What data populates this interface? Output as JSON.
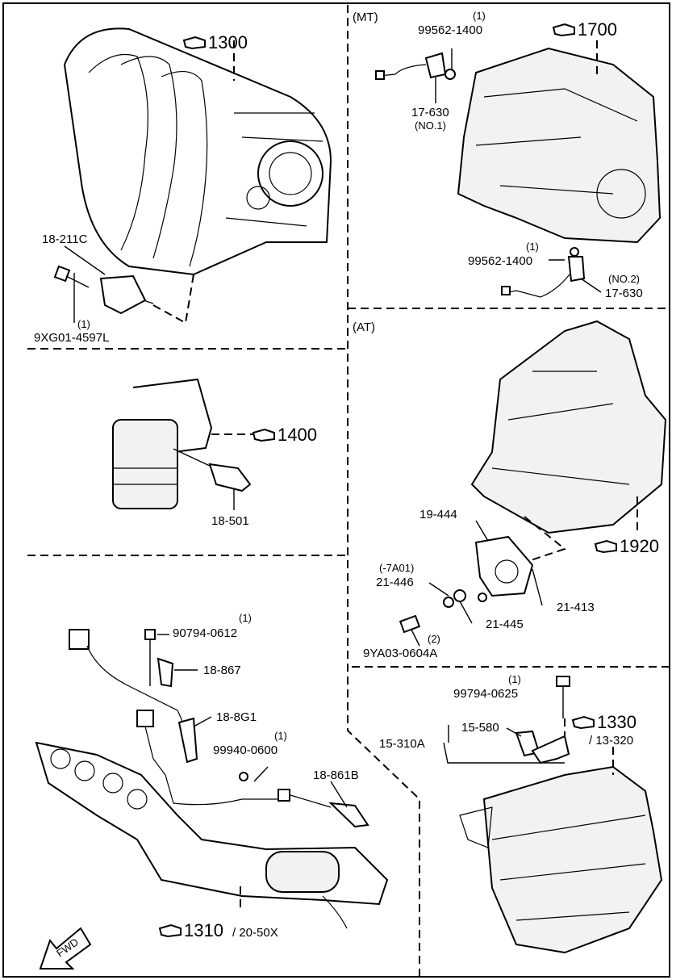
{
  "sections": {
    "mt_label": "(MT)",
    "at_label": "(AT)"
  },
  "refs": {
    "r1300": "1300",
    "r1700": "1700",
    "r1400": "1400",
    "r1920": "1920",
    "r1330": "1330",
    "r1330_sub": "/ 13-320",
    "r1310": "1310",
    "r1310_sub": "/ 20-50X"
  },
  "parts": {
    "p18_211C": "18-211C",
    "q_9XG01": "(1)",
    "p9XG01": "9XG01-4597L",
    "q_99562_top": "(1)",
    "p99562_top": "99562-1400",
    "p17_630_top": "17-630",
    "no1": "(NO.1)",
    "q_99562_bot": "(1)",
    "p99562_bot": "99562-1400",
    "no2": "(NO.2)",
    "p17_630_bot": "17-630",
    "p18_501": "18-501",
    "p19_444": "19-444",
    "p7A01": "(-7A01)",
    "p21_446": "21-446",
    "p21_413": "21-413",
    "p21_445": "21-445",
    "q_9YA03": "(2)",
    "p9YA03": "9YA03-0604A",
    "q_90794": "(1)",
    "p90794": "90794-0612",
    "p18_867": "18-867",
    "p18_8G1": "18-8G1",
    "q_99940": "(1)",
    "p99940": "99940-0600",
    "p18_861B": "18-861B",
    "q_99794": "(1)",
    "p99794": "99794-0625",
    "p15_580": "15-580",
    "p15_310A": "15-310A"
  },
  "fwd": "FWD"
}
